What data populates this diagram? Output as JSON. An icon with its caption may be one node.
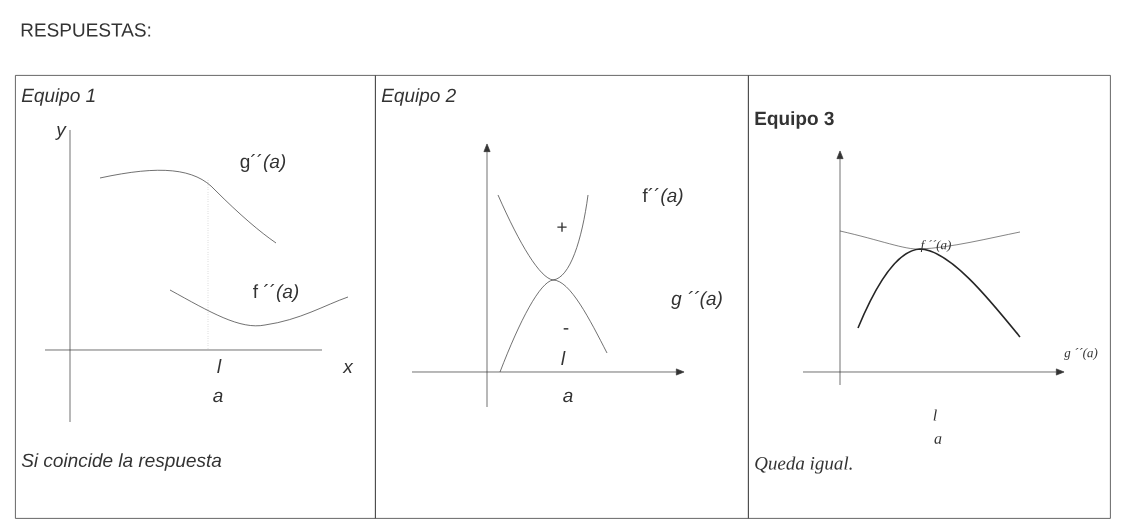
{
  "diagram": {
    "title": "RESPUESTAS:",
    "nodes": [
      {
        "text": [
          "Equipo 1",
          "Si coincide la respuesta"
        ]
      },
      {
        "text": [
          "Equipo 2"
        ]
      },
      {
        "text": [
          "Equipo 3",
          "Queda igual."
        ]
      }
    ],
    "labels": [
      "y",
      "g´´*(a)*",
      "f ´´*(a)*",
      "l",
      "x",
      "a",
      "f´´*(a)*",
      "+",
      "g ´´*(a)*",
      "-",
      "l",
      "a",
      "f ´´(a)",
      "g ´´(a)",
      "l",
      "a"
    ]
  }
}
